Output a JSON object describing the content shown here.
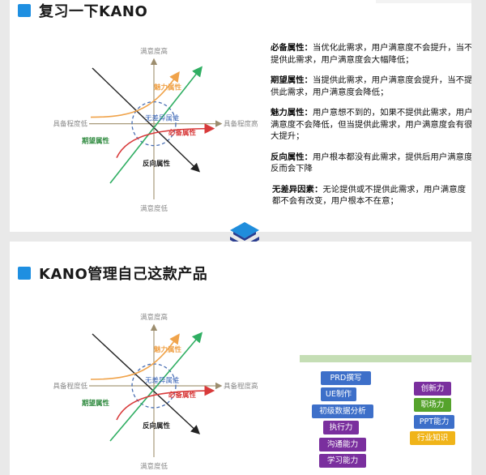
{
  "slide1": {
    "title": "复习一下KANO",
    "definitions": [
      {
        "term": "必备属性：",
        "text": "当优化此需求，用户满意度不会提升，当不提供此需求，用户满意度会大幅降低；"
      },
      {
        "term": "期望属性：",
        "text": "当提供此需求，用户满意度会提升，当不提供此需求，用户满意度会降低；"
      },
      {
        "term": "魅力属性：",
        "text": "用户意想不到的，如果不提供此需求，用户满意度不会降低，但当提供此需求，用户满意度会有很大提升；"
      },
      {
        "term": "反向属性：",
        "text": "用户根本都没有此需求，提供后用户满意度反而会下降"
      },
      {
        "term": "无差异因素：",
        "text": "无论提供或不提供此需求，用户满意度都不会有改变，用户根本不在意；"
      }
    ]
  },
  "slide2": {
    "title": "KANO管理自己这款产品",
    "tags_left": [
      "PRD撰写",
      "UE制作",
      "初级数据分析",
      "执行力",
      "沟通能力",
      "学习能力"
    ],
    "tags_right": [
      "创新力",
      "职场力",
      "PPT能力",
      "行业知识"
    ]
  },
  "diagram": {
    "top": "满意度高",
    "bottom": "满意度低",
    "left": "具备程度低",
    "right": "具备程度高",
    "attractive": "魅力属性",
    "expected": "期望属性",
    "indifferent": "无差异属性",
    "must": "必备属性",
    "reverse": "反向属性"
  },
  "colors": {
    "accent": "#1e8fe1",
    "orange": "#f0a34a",
    "green": "#2fae62",
    "red": "#d83a3a",
    "blue_tag": "#3d6fc9",
    "purple_tag": "#7a2f9e",
    "green_tag": "#55a32c",
    "yellow_tag": "#f0b419"
  }
}
